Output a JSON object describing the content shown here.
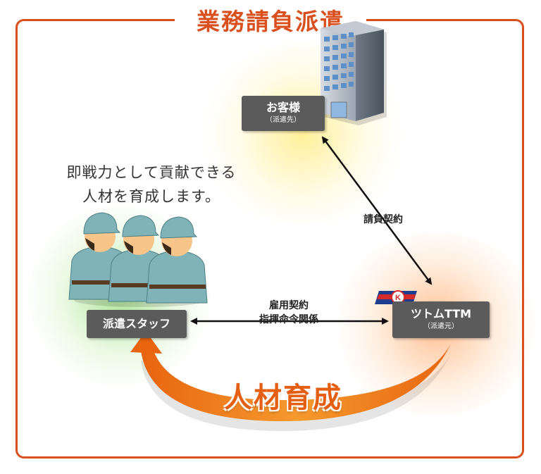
{
  "title": "業務請負派遣",
  "caption_lines": [
    "即戦力として貢献できる",
    "人材を育成します。"
  ],
  "customer": {
    "name": "お客様",
    "role": "（派遣先）"
  },
  "ttm": {
    "name": "ツトムTTM",
    "role": "（派遣元）",
    "logo_letter": "K"
  },
  "staff": {
    "name": "派遣スタッフ"
  },
  "relations": {
    "contract": "請負契約",
    "employment": "雇用契約",
    "command": "指揮命令関係"
  },
  "cycle_label": "人材育成",
  "colors": {
    "accent": "#d9501e",
    "box": "#5b5b5b",
    "arrow": "#e55f12",
    "uniform": "#7fb3b8"
  }
}
